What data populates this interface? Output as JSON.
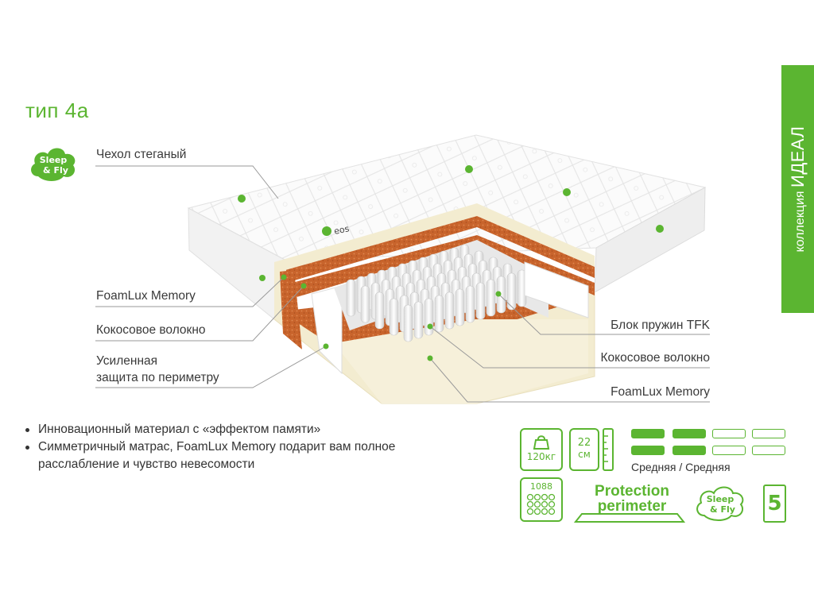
{
  "header": {
    "type_title": "тип 4а"
  },
  "logo": {
    "line1": "Sleep",
    "line2": "& Fly"
  },
  "brand_mark": "eos",
  "layers_left": [
    "Чехол стеганый",
    "FoamLux Memory",
    "Кокосовое волокно",
    "Усиленная",
    "защита по периметру"
  ],
  "layers_right": [
    "Блок пружин TFK",
    "Кокосовое волокно",
    "FoamLux Memory"
  ],
  "collection": {
    "prefix": "коллекция",
    "name": "ИДЕАЛ"
  },
  "features": [
    "Инновационный материал с «эффектом памяти»",
    "Симметричный матрас, FoamLux Memory подарит вам полное",
    "расслабление и чувство невесомости"
  ],
  "specs": {
    "max_load": "120кг",
    "height_value": "22",
    "height_unit": "см",
    "springs_count": "1088",
    "firmness_label": "Средняя / Средняя",
    "firmness_top_level": 2,
    "firmness_bottom_level": 2,
    "firmness_max": 4,
    "protection_line1": "Protection",
    "protection_line2": "perimeter",
    "warranty_years": "5"
  },
  "colors": {
    "accent": "#5bb531",
    "coconut": "#c8642c",
    "foam": "#f3ecd0"
  }
}
